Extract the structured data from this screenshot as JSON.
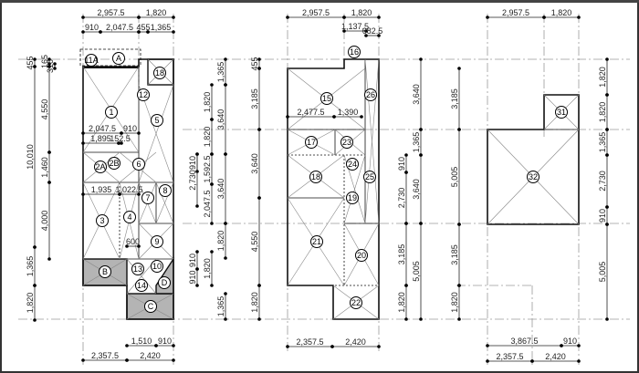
{
  "plans": [
    {
      "name": "roof-plan-1",
      "dims": [
        "2,957.5",
        "1,820",
        "910",
        "2,047.5",
        "455",
        "1,365",
        "1,510",
        "910",
        "2,357.5",
        "2,420",
        "2,047.5",
        "910",
        "1,895",
        "152.5",
        "1,935",
        "1,022.5",
        "600",
        "455",
        "165",
        "310",
        "10,010",
        "1,365",
        "1,820",
        "4,550",
        "1,460",
        "4,000",
        "1,365",
        "3,640",
        "3,640",
        "1,820",
        "1,365",
        "1,820",
        "1,820",
        "1,592.5",
        "2,047.5",
        "1,820",
        "910",
        "2,730",
        "910",
        "910"
      ],
      "rooms": [
        "11A",
        "A",
        "18",
        "12",
        "1",
        "5",
        "2A",
        "2B",
        "6",
        "7",
        "8",
        "3",
        "4",
        "9",
        "13",
        "10",
        "14",
        "D",
        "B",
        "C"
      ]
    },
    {
      "name": "roof-plan-2",
      "dims": [
        "2,957.5",
        "1,820",
        "1,137.5",
        "682.5",
        "455",
        "3,185",
        "3,640",
        "4,550",
        "1,820",
        "3,640",
        "1,365",
        "910",
        "2,730",
        "3,185",
        "1,820",
        "3,640",
        "5,005",
        "2,477.5",
        "1,390",
        "2,357.5",
        "2,420"
      ],
      "rooms": [
        "16",
        "15",
        "26",
        "17",
        "23",
        "24",
        "18",
        "25",
        "19",
        "21",
        "20",
        "22"
      ]
    },
    {
      "name": "roof-plan-3",
      "dims": [
        "2,957.5",
        "1,820",
        "3,185",
        "5,005",
        "3,185",
        "1,820",
        "1,820",
        "1,820",
        "1,365",
        "2,730",
        "910",
        "5,005",
        "3,867.5",
        "910",
        "2,357.5",
        "2,420"
      ],
      "rooms": [
        "31",
        "32"
      ]
    }
  ],
  "colors": {
    "line": "#111111",
    "grid": "#9a9a9a",
    "hatch": "#b4b4b4",
    "frame": "#333333"
  }
}
